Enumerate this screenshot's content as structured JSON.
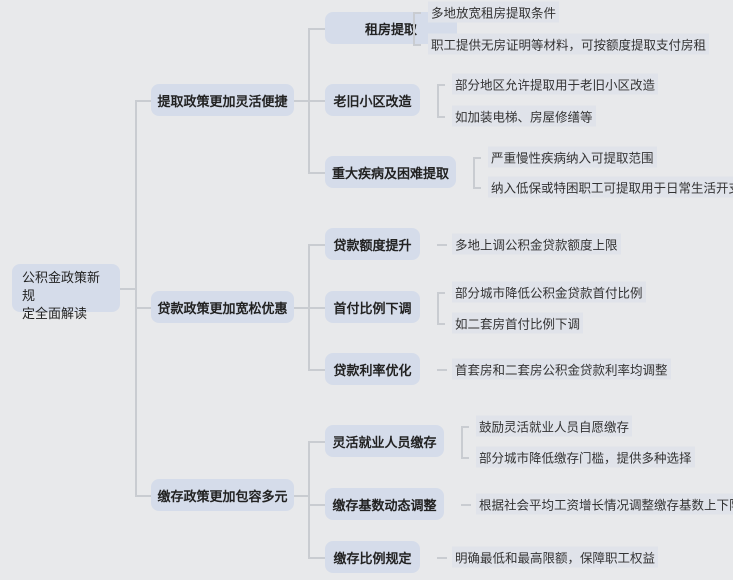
{
  "root": {
    "line1": "公积金政策新规",
    "line2": "定全面解读"
  },
  "branches": [
    {
      "label": "提取政策更加灵活便捷",
      "children": [
        {
          "label": "租房提取",
          "leaves": [
            "多地放宽租房提取条件",
            "职工提供无房证明等材料，可按额度提取支付房租"
          ]
        },
        {
          "label": "老旧小区改造",
          "leaves": [
            "部分地区允许提取用于老旧小区改造",
            "如加装电梯、房屋修缮等"
          ]
        },
        {
          "label": "重大疾病及困难提取",
          "leaves": [
            "严重慢性疾病纳入可提取范围",
            "纳入低保或特困职工可提取用于日常生活开支"
          ]
        }
      ]
    },
    {
      "label": "贷款政策更加宽松优惠",
      "children": [
        {
          "label": "贷款额度提升",
          "leaves": [
            "多地上调公积金贷款额度上限"
          ]
        },
        {
          "label": "首付比例下调",
          "leaves": [
            "部分城市降低公积金贷款首付比例",
            "如二套房首付比例下调"
          ]
        },
        {
          "label": "贷款利率优化",
          "leaves": [
            "首套房和二套房公积金贷款利率均调整"
          ]
        }
      ]
    },
    {
      "label": "缴存政策更加包容多元",
      "children": [
        {
          "label": "灵活就业人员缴存",
          "leaves": [
            "鼓励灵活就业人员自愿缴存",
            "部分城市降低缴存门槛，提供多种选择"
          ]
        },
        {
          "label": "缴存基数动态调整",
          "leaves": [
            "根据社会平均工资增长情况调整缴存基数上下限"
          ]
        },
        {
          "label": "缴存比例规定",
          "leaves": [
            "明确最低和最高限额，保障职工权益"
          ]
        }
      ]
    }
  ]
}
